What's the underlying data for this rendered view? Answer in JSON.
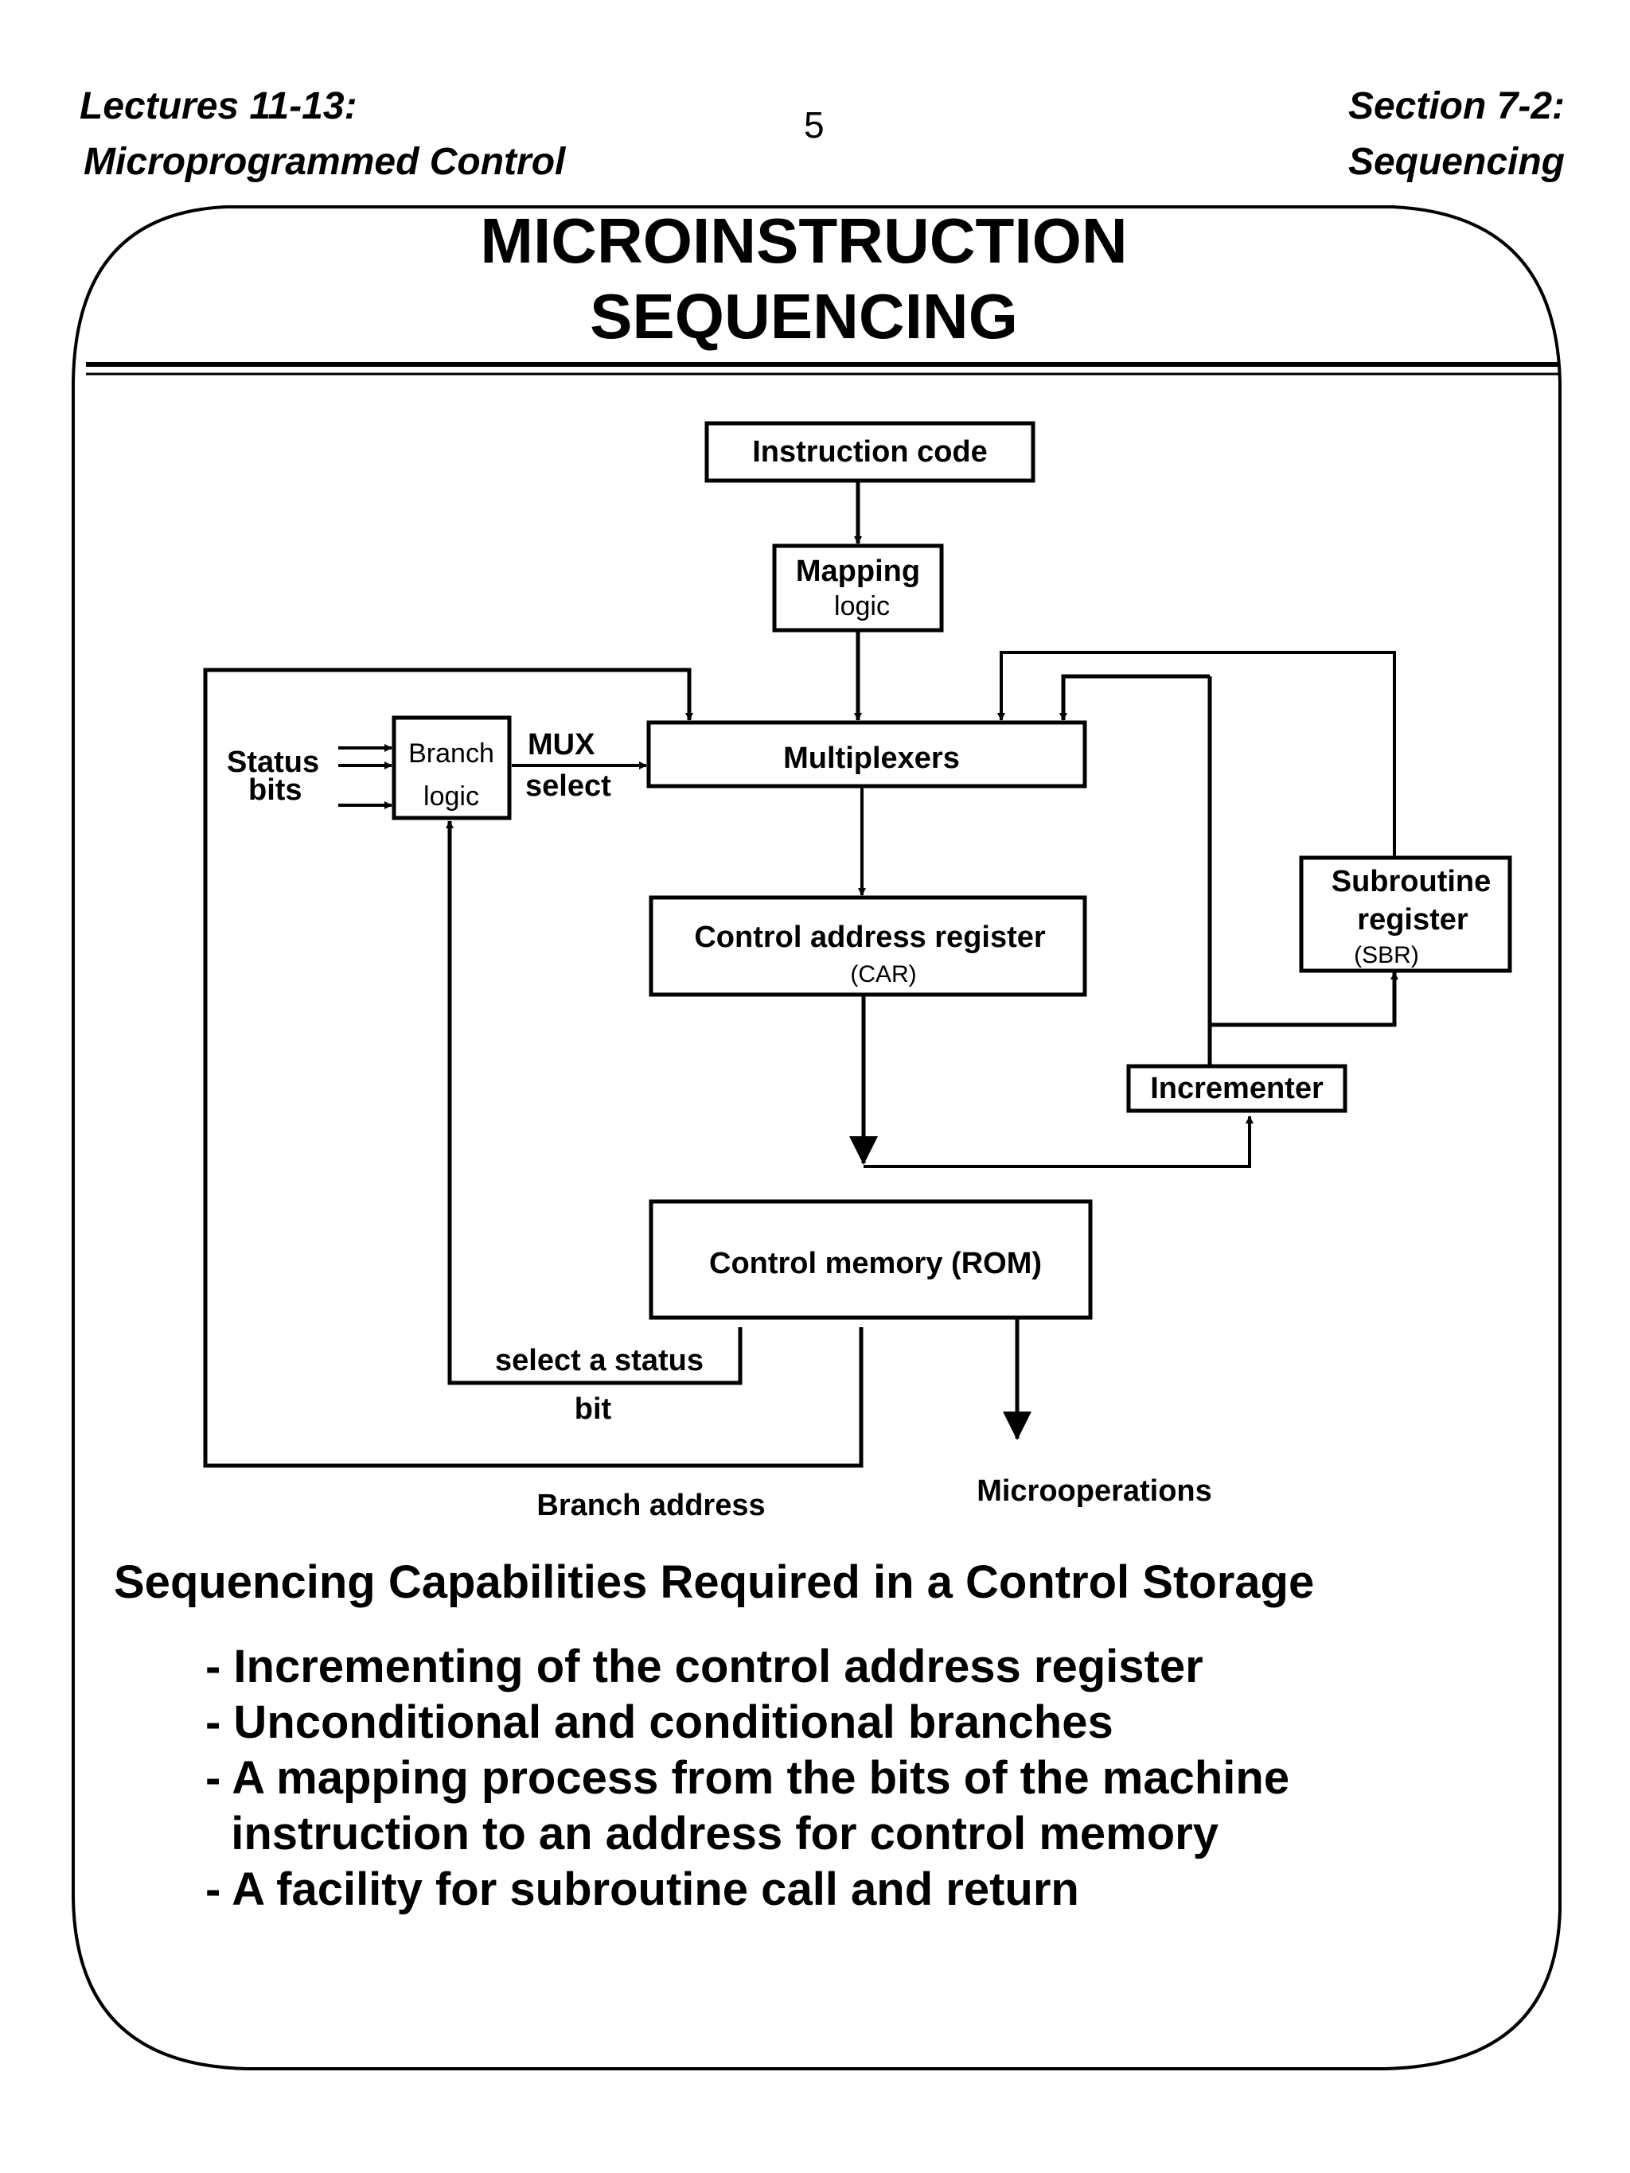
{
  "header": {
    "left_line1": "Lectures 11-13:",
    "left_line2": "Microprogrammed Control",
    "page_number": "5",
    "right_line1": "Section 7-2:",
    "right_line2": "Sequencing"
  },
  "slide": {
    "title_line1": "MICROINSTRUCTION",
    "title_line2": "SEQUENCING"
  },
  "diagram": {
    "instruction_code": "Instruction code",
    "mapping_logic_line1": "Mapping",
    "mapping_logic_line2": "logic",
    "multiplexers": "Multiplexers",
    "branch_logic_line1": "Branch",
    "branch_logic_line2": "logic",
    "status_bits_line1": "Status",
    "status_bits_line2": "bits",
    "mux_select_line1": "MUX",
    "mux_select_line2": "select",
    "car_line1": "Control address register",
    "car_line2": "(CAR)",
    "sbr_line1": "Subroutine",
    "sbr_line2": "register",
    "sbr_line3": "(SBR)",
    "incrementer": "Incrementer",
    "control_memory": "Control memory (ROM)",
    "select_status_line1": "select a status",
    "select_status_line2": "bit",
    "branch_address": "Branch address",
    "microoperations": "Microoperations"
  },
  "capabilities": {
    "heading": "Sequencing Capabilities Required in a Control Storage",
    "items": [
      "- Incrementing of the control address register",
      "- Unconditional and conditional branches",
      "- A mapping process from the bits of the machine",
      "  instruction to an address for control memory",
      "- A facility for subroutine call and return"
    ]
  }
}
